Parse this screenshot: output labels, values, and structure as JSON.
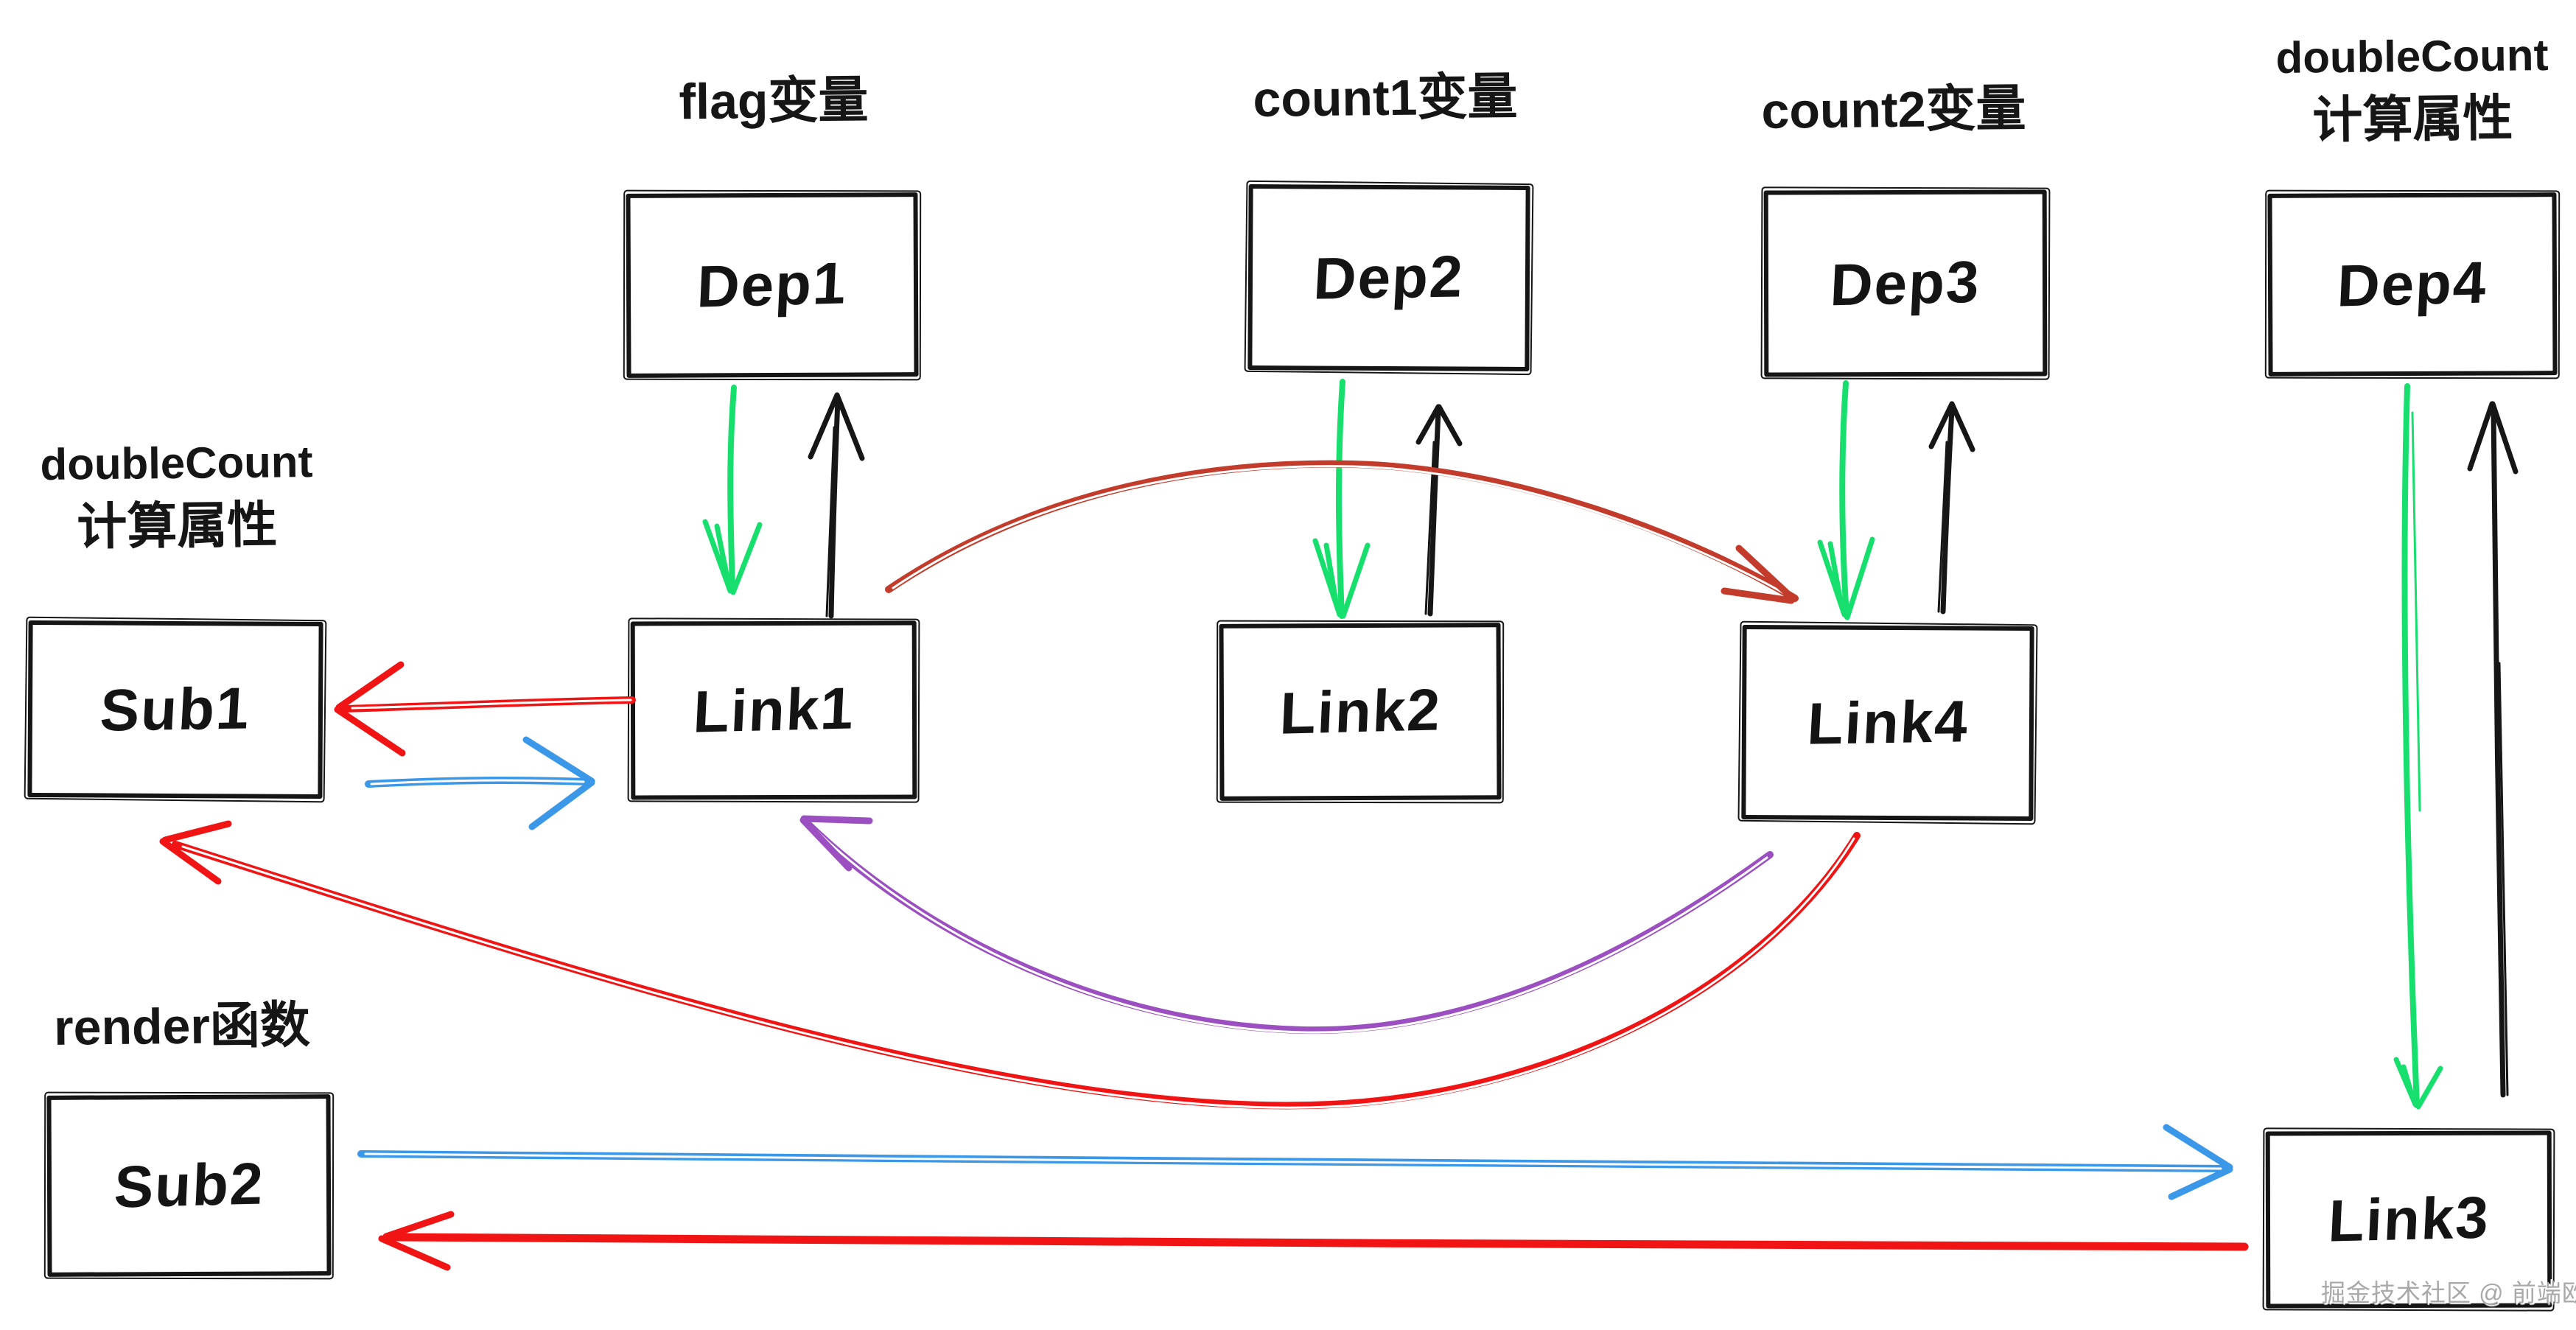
{
  "nodes": {
    "dep1": {
      "label": "Dep1",
      "caption": "flag变量"
    },
    "dep2": {
      "label": "Dep2",
      "caption": "count1变量"
    },
    "dep3": {
      "label": "Dep3",
      "caption": "count2变量"
    },
    "dep4": {
      "label": "Dep4",
      "caption_lines": [
        "doubleCount",
        "计算属性"
      ]
    },
    "sub1": {
      "label": "Sub1",
      "caption_lines": [
        "doubleCount",
        "计算属性"
      ]
    },
    "sub2": {
      "label": "Sub2",
      "caption": "render函数"
    },
    "link1": {
      "label": "Link1"
    },
    "link2": {
      "label": "Link2"
    },
    "link3": {
      "label": "Link3"
    },
    "link4": {
      "label": "Link4"
    }
  },
  "edges": [
    {
      "from": "Dep1",
      "to": "Link1",
      "color": "green",
      "shape": "straight-down"
    },
    {
      "from": "Link1",
      "to": "Dep1",
      "color": "black",
      "shape": "straight-up"
    },
    {
      "from": "Dep2",
      "to": "Link2",
      "color": "green",
      "shape": "straight-down"
    },
    {
      "from": "Link2",
      "to": "Dep2",
      "color": "black",
      "shape": "straight-up"
    },
    {
      "from": "Dep3",
      "to": "Link4",
      "color": "green",
      "shape": "straight-down"
    },
    {
      "from": "Link4",
      "to": "Dep3",
      "color": "black",
      "shape": "straight-up"
    },
    {
      "from": "Dep4",
      "to": "Link3",
      "color": "green",
      "shape": "long-straight-down"
    },
    {
      "from": "Link3",
      "to": "Dep4",
      "color": "black",
      "shape": "long-straight-up"
    },
    {
      "from": "Link1",
      "to": "Sub1",
      "color": "red",
      "shape": "straight-left"
    },
    {
      "from": "Sub1",
      "to": "Link1",
      "color": "blue",
      "shape": "straight-right"
    },
    {
      "from": "Link1",
      "to": "Link4",
      "color": "crimson",
      "shape": "arc-over-dep2"
    },
    {
      "from": "Link4",
      "to": "Link1",
      "color": "purple",
      "shape": "arc-under"
    },
    {
      "from": "Link4",
      "to": "Sub1",
      "color": "red",
      "shape": "long-arc-under"
    },
    {
      "from": "Sub2",
      "to": "Link3",
      "color": "blue",
      "shape": "long-straight-right"
    },
    {
      "from": "Link3",
      "to": "Sub2",
      "color": "red",
      "shape": "long-straight-left"
    }
  ],
  "colors": {
    "green": "#17DF6E",
    "black": "#161616",
    "red": "#F01414",
    "crimson": "#C23B2B",
    "blue": "#3B97E8",
    "purple": "#9B4FC0",
    "ink": "#151515",
    "watermark_gray": "#a9a9a9"
  },
  "watermark": "掘金技术社区 @ 前端欧阳"
}
